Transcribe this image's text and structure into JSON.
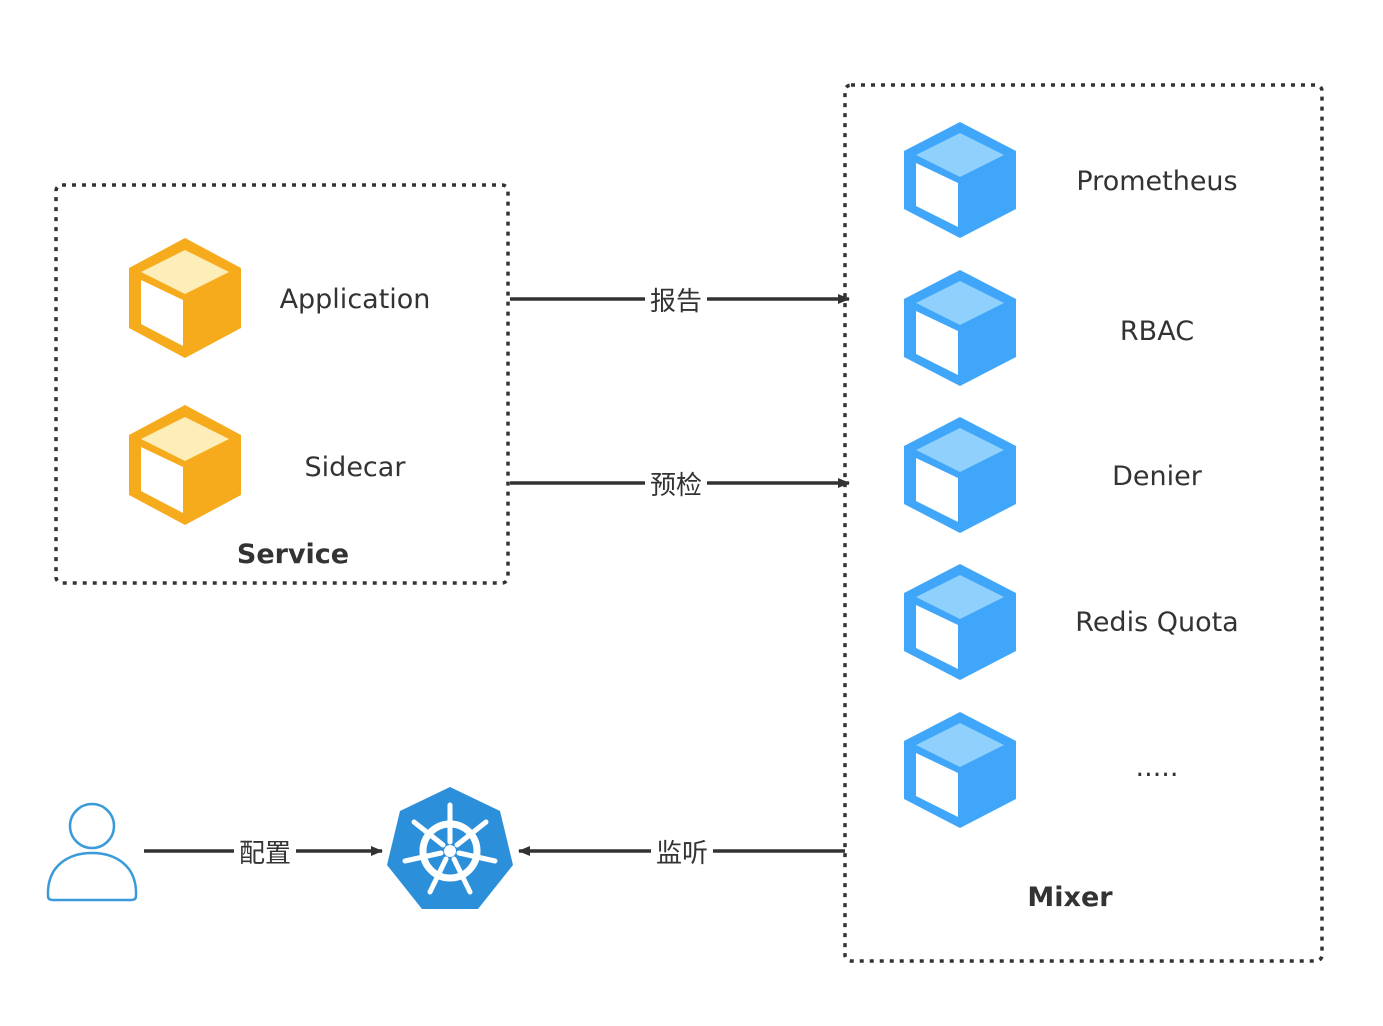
{
  "groups": {
    "service": {
      "title": "Service"
    },
    "mixer": {
      "title": "Mixer"
    }
  },
  "nodes": {
    "application": {
      "label": "Application",
      "icon": "orange-cube-icon"
    },
    "sidecar": {
      "label": "Sidecar",
      "icon": "orange-cube-icon"
    },
    "prometheus": {
      "label": "Prometheus",
      "icon": "blue-cube-icon"
    },
    "rbac": {
      "label": "RBAC",
      "icon": "blue-cube-icon"
    },
    "denier": {
      "label": "Denier",
      "icon": "blue-cube-icon"
    },
    "redis_quota": {
      "label": "Redis Quota",
      "icon": "blue-cube-icon"
    },
    "more": {
      "label": ".....",
      "icon": "blue-cube-icon"
    },
    "user": {
      "icon": "user-icon"
    },
    "kubernetes": {
      "icon": "kubernetes-icon"
    }
  },
  "edges": {
    "report": {
      "label": "报告"
    },
    "precheck": {
      "label": "预检"
    },
    "configure": {
      "label": "配置"
    },
    "watch": {
      "label": "监听"
    }
  },
  "colors": {
    "orange_dark": "#F6AB1C",
    "orange_light": "#FDEDB8",
    "blue_dark": "#3FA6F9",
    "blue_light": "#8FD0FC",
    "kubernetes": "#2C8FD9",
    "user_stroke": "#3A9BD8",
    "arrow": "#333333"
  }
}
